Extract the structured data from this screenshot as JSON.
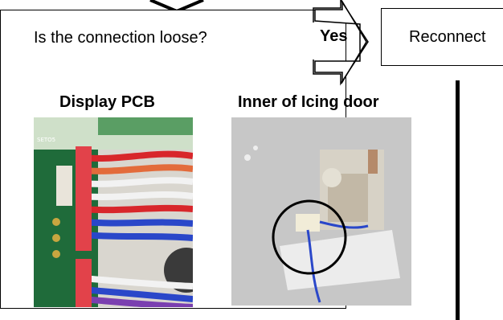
{
  "question": "Is the connection loose?",
  "answer_label": "Yes",
  "action": "Reconnect",
  "photos": [
    {
      "label": "Display PCB",
      "image": "close-up of red, white and blue wire harness connector on green display circuit board"
    },
    {
      "label": "Inner of Icing door",
      "image": "inside of icing door panel with wire connector circled"
    }
  ],
  "colors": {
    "line": "#000000",
    "background": "#ffffff",
    "pcb_green": "#1f6b3a",
    "wire_red": "#d8262b",
    "wire_blue": "#2a47c9",
    "panel_grey": "#c9c9c9"
  }
}
